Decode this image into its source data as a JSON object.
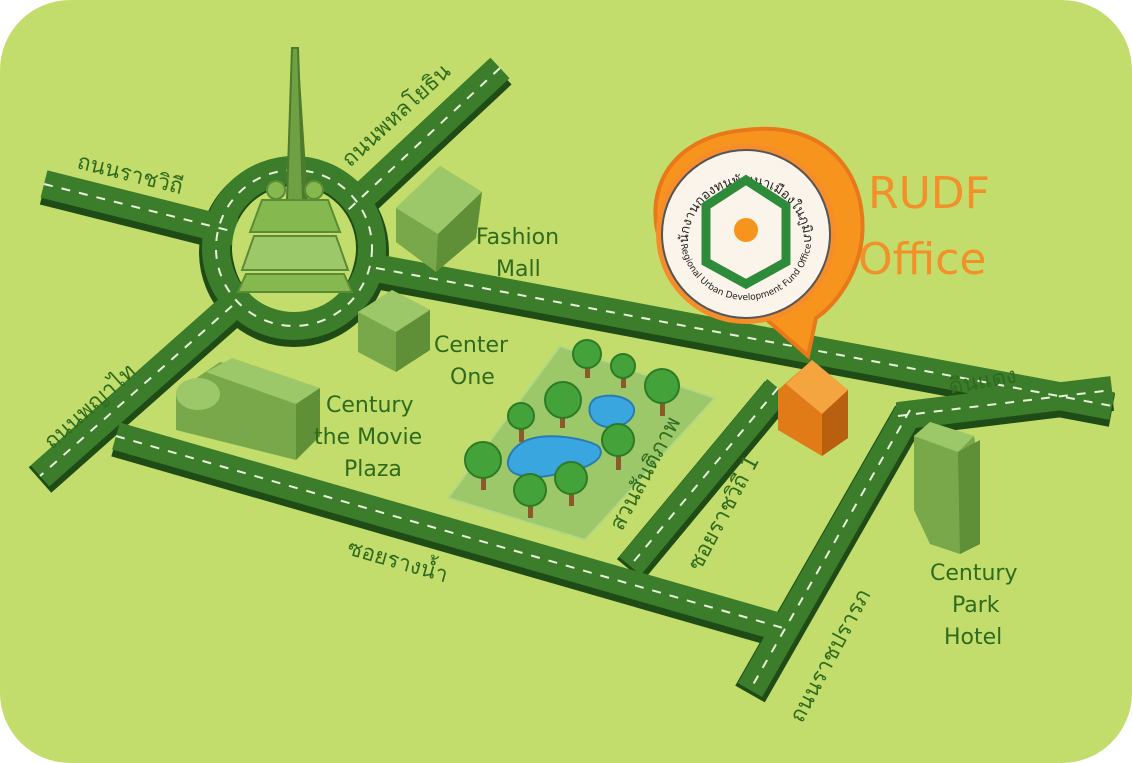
{
  "map": {
    "colors": {
      "background": "#c3dd6c",
      "road": "#3b7d2a",
      "road_edge": "#1f4c16",
      "road_dash": "#e8f2d8",
      "label": "#2f6b1f",
      "building": "#78a84a",
      "park": "#9cc86a",
      "water": "#3aa6e0",
      "tree": "#43a33a",
      "marker": "#f7941d",
      "office_text": "#f2902a",
      "office_building": "#e07b18"
    },
    "roads": {
      "r1": "ถนนราชวิถี",
      "r2": "ถนนพหลโยธิน",
      "r3": "ถนนพญาไท",
      "r4": "ซอยรางน้ำ",
      "r5": "สวนสันติภาพ",
      "r6": "ซอยราชวิถี 1",
      "r7": "ดินแดง",
      "r8": "ถนนราชปรารภ"
    },
    "landmarks": {
      "fashion_mall": [
        "Fashion",
        "Mall"
      ],
      "center_one": [
        "Center",
        "One"
      ],
      "century_movie": [
        "Century",
        "the Movie",
        "Plaza"
      ],
      "century_park": [
        "Century",
        "Park",
        "Hotel"
      ]
    },
    "office": {
      "title_line1": "RUDF",
      "title_line2": "Office",
      "logo_text_top": "สำนักงานกองทุนพัฒนาเมืองในภูมิภาค",
      "logo_text_bottom": "Regional Urban Development Fund Office",
      "marker_icon": "map-pin-icon",
      "logo_icon": "house-logo-icon"
    },
    "icons": {
      "monument": "victory-monument-icon",
      "tree": "tree-icon",
      "pond": "pond-icon"
    }
  }
}
